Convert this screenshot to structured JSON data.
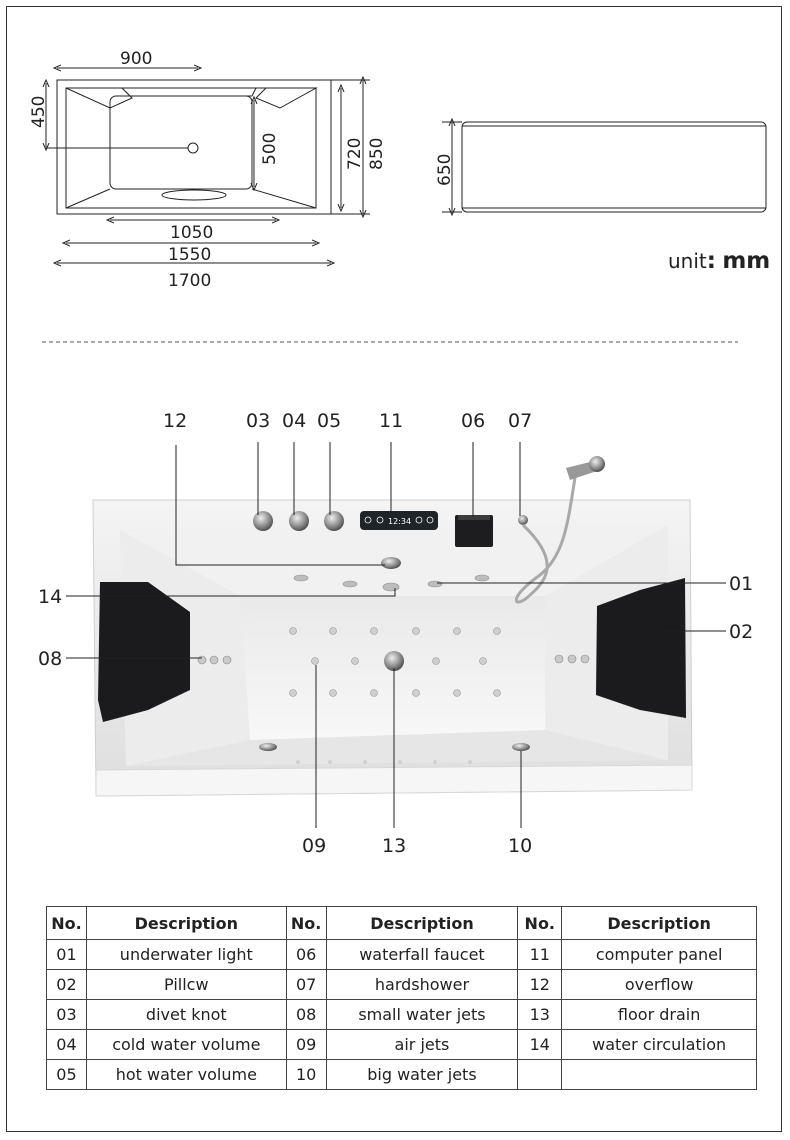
{
  "top_view_dims": {
    "d900": "900",
    "d450": "450",
    "d500": "500",
    "d720": "720",
    "d850": "850",
    "d1050": "1050",
    "d1550": "1550",
    "d1700": "1700"
  },
  "side_view_dims": {
    "d650": "650"
  },
  "unit": {
    "label": "unit",
    "sep": ":",
    "value": "mm"
  },
  "callouts": {
    "c12": "12",
    "c03": "03",
    "c04": "04",
    "c05": "05",
    "c11": "11",
    "c06": "06",
    "c07": "07",
    "c01": "01",
    "c14": "14",
    "c02": "02",
    "c08": "08",
    "c09": "09",
    "c13": "13",
    "c10": "10"
  },
  "panel_display": "12:34",
  "table": {
    "headers": {
      "no": "No.",
      "desc": "Description"
    },
    "rows": [
      [
        {
          "no": "01",
          "desc": "underwater light"
        },
        {
          "no": "06",
          "desc": "waterfall faucet"
        },
        {
          "no": "11",
          "desc": "computer panel"
        }
      ],
      [
        {
          "no": "02",
          "desc": "Pillcw"
        },
        {
          "no": "07",
          "desc": "hardshower"
        },
        {
          "no": "12",
          "desc": "overflow"
        }
      ],
      [
        {
          "no": "03",
          "desc": "divet knot"
        },
        {
          "no": "08",
          "desc": "small water jets"
        },
        {
          "no": "13",
          "desc": "floor drain"
        }
      ],
      [
        {
          "no": "04",
          "desc": "cold water volume"
        },
        {
          "no": "09",
          "desc": "air jets"
        },
        {
          "no": "14",
          "desc": "water circulation"
        }
      ],
      [
        {
          "no": "05",
          "desc": "hot water volume"
        },
        {
          "no": "10",
          "desc": "big water jets"
        },
        {
          "no": "",
          "desc": ""
        }
      ]
    ]
  }
}
